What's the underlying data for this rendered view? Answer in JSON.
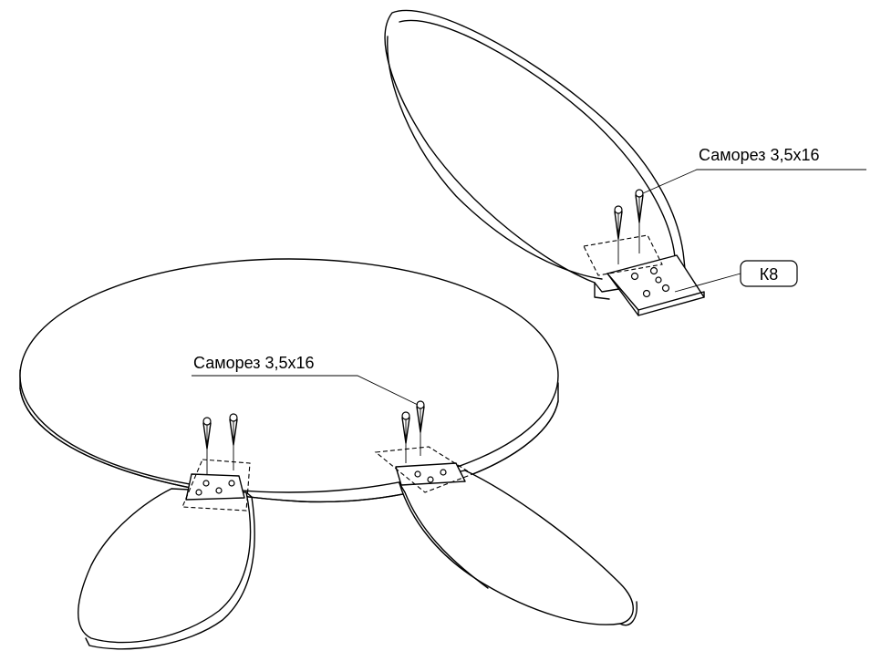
{
  "labels": {
    "screw_top": "Саморез 3,5х16",
    "screw_bottom": "Саморез 3,5х16",
    "part_badge": "К8"
  }
}
